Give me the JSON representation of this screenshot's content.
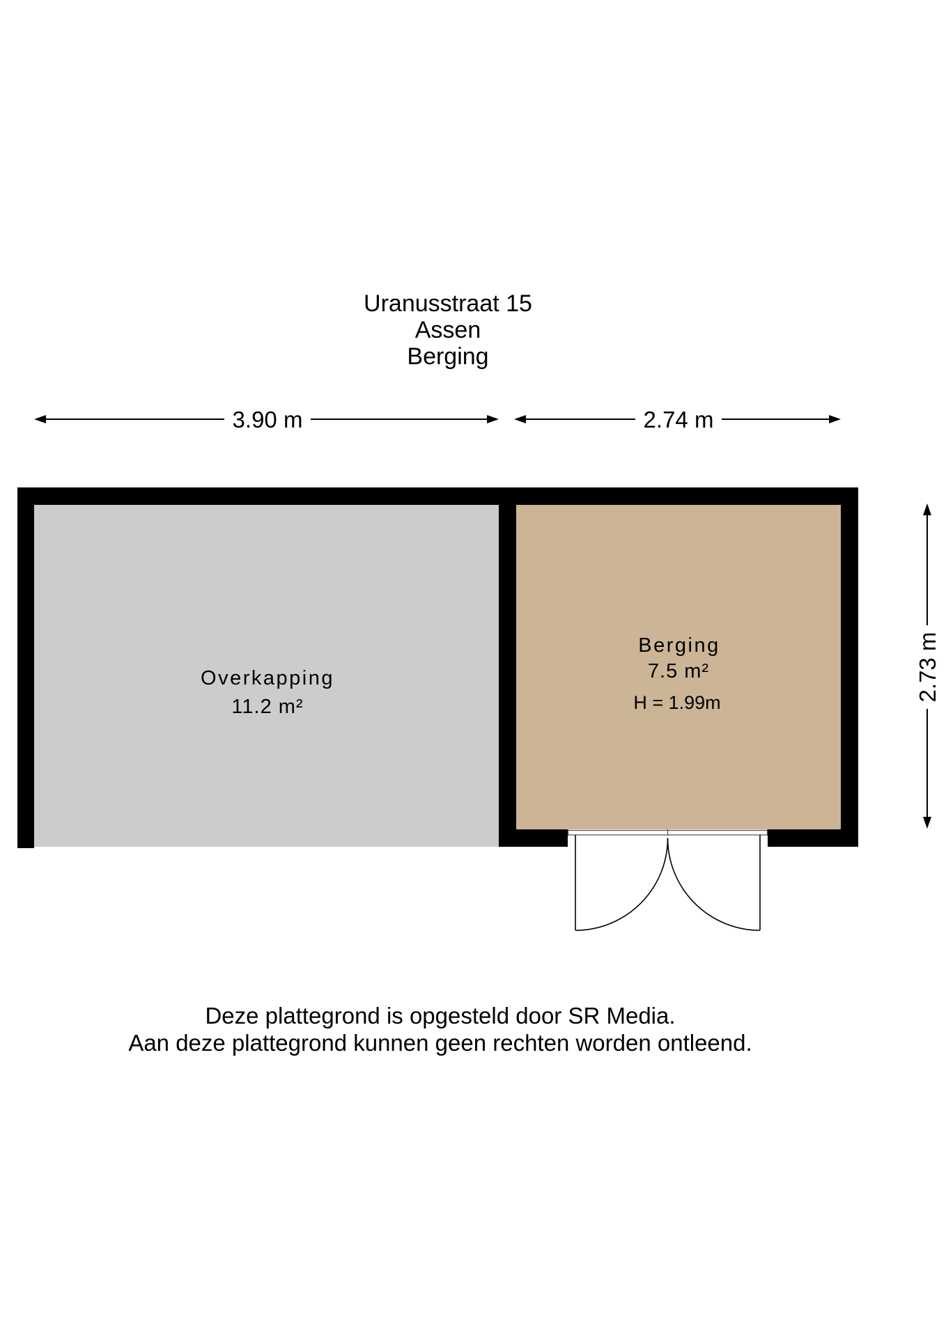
{
  "header": {
    "address": "Uranusstraat 15",
    "city": "Assen",
    "floor_name": "Berging"
  },
  "dimensions": {
    "width_overkapping": "3.90 m",
    "width_berging": "2.74 m",
    "depth": "2.73 m"
  },
  "rooms": [
    {
      "name": "Overkapping",
      "area": "11.2 m²",
      "fill": "#cccccc"
    },
    {
      "name": "Berging",
      "area": "7.5 m²",
      "height": "H = 1.99m",
      "fill": "#ccb496"
    }
  ],
  "footer": {
    "line1": "Deze plattegrond is opgesteld door SR Media.",
    "line2": "Aan deze plattegrond kunnen geen rechten worden ontleend."
  },
  "colors": {
    "wall": "#000000",
    "annotation": "#000000"
  }
}
